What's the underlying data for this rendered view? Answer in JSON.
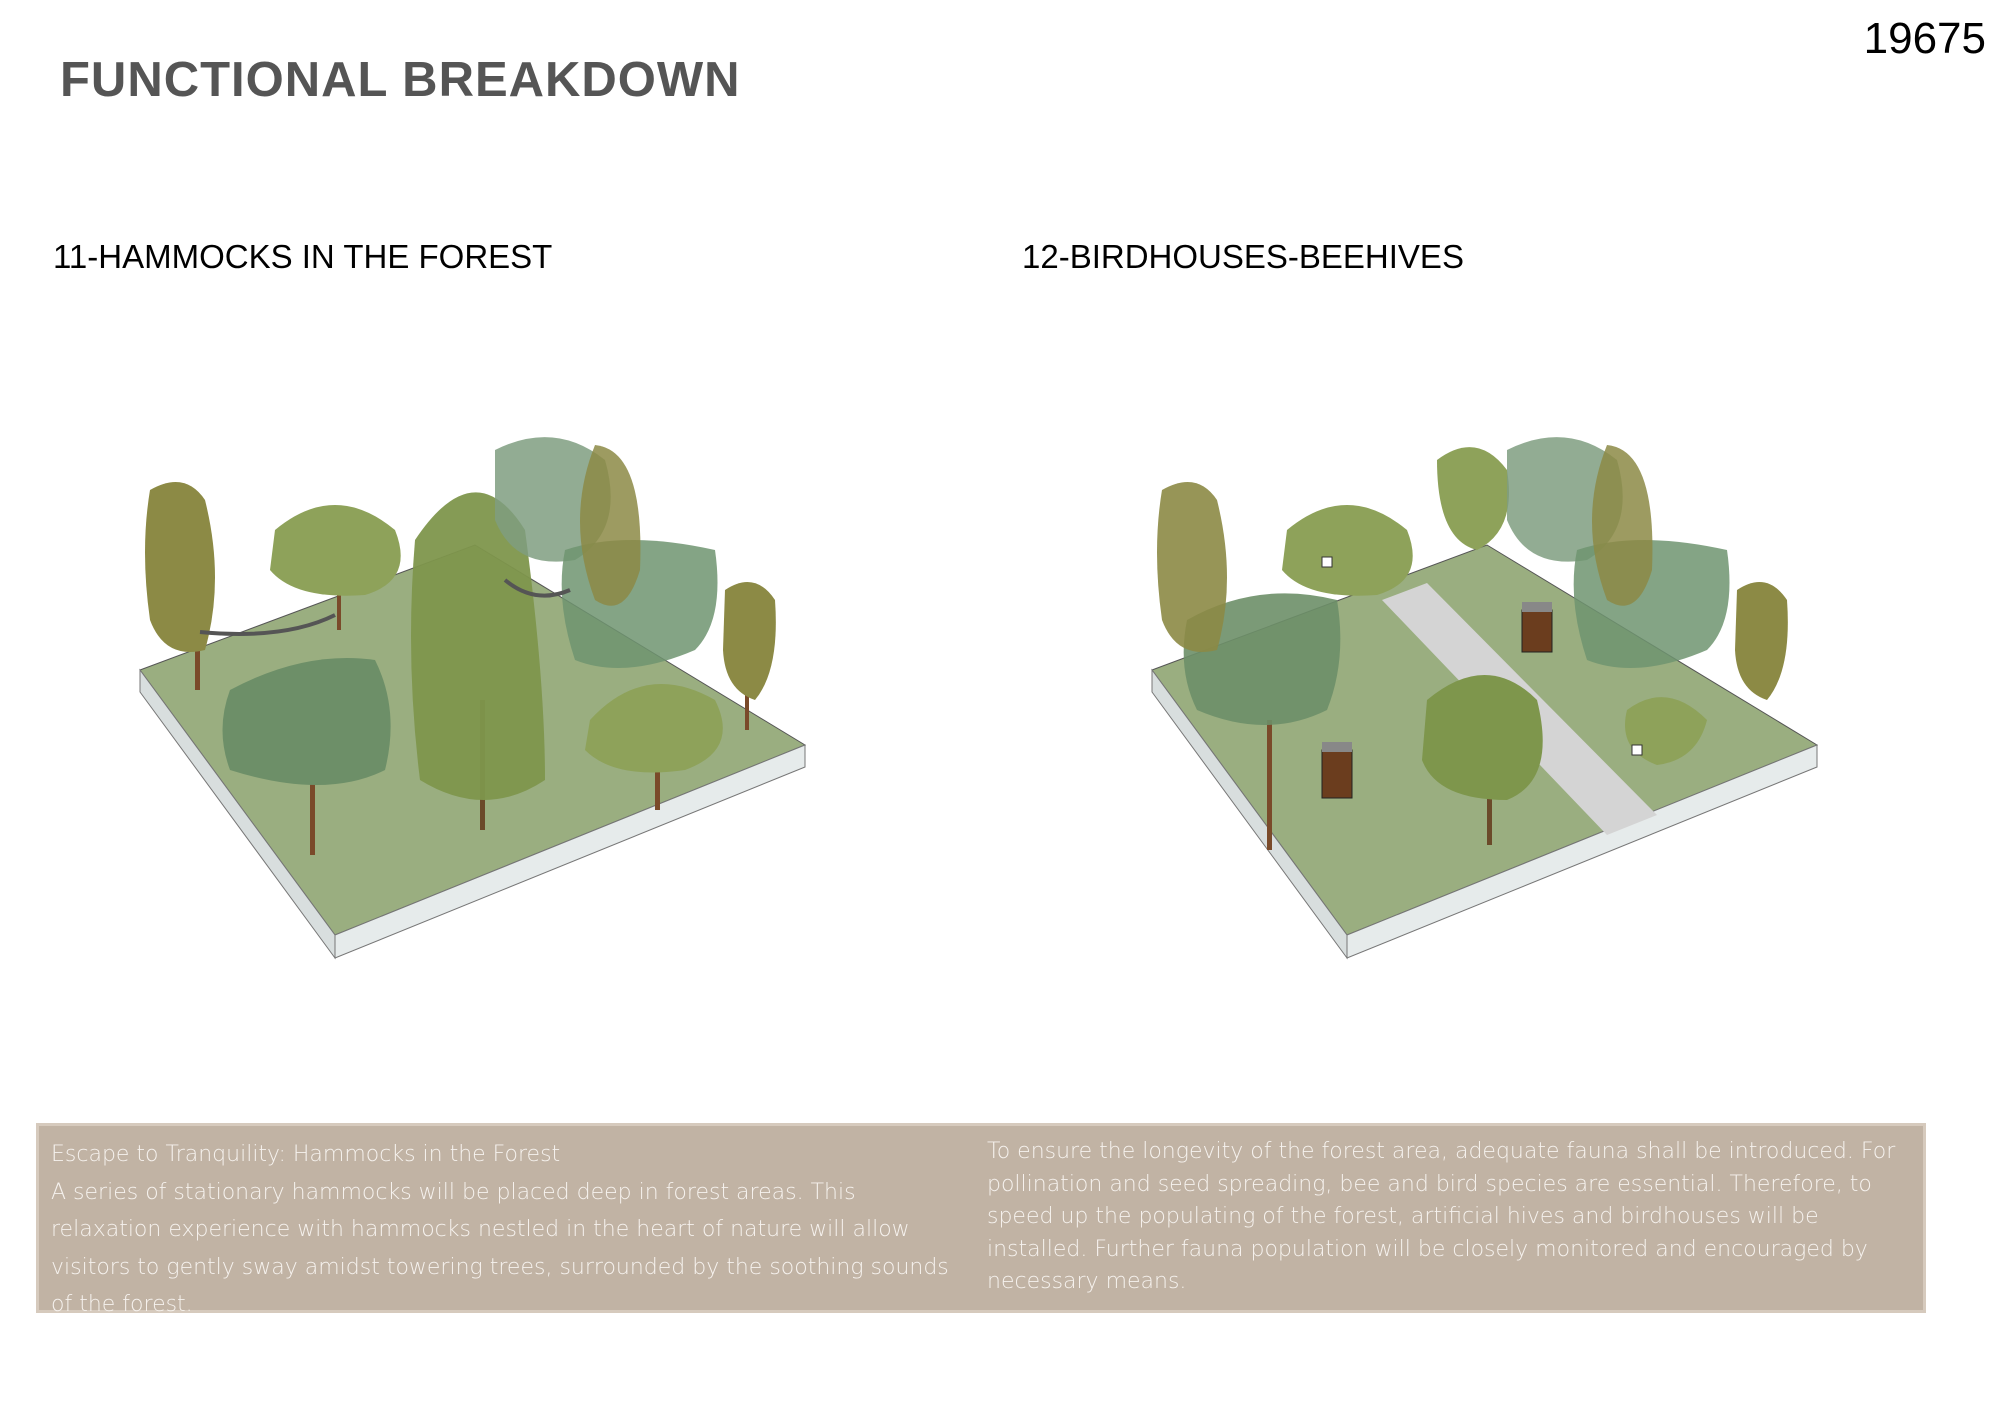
{
  "page_title": "FUNCTIONAL BREAKDOWN",
  "page_code": "19675",
  "sections": [
    {
      "heading": "11-HAMMOCKS IN THE FOREST"
    },
    {
      "heading": "12-BIRDHOUSES-BEEHIVES"
    }
  ],
  "descriptions": {
    "left": {
      "title": "Escape to Tranquility: Hammocks in the Forest",
      "body": "A series of stationary hammocks will be placed deep in forest areas. This relaxation experience with hammocks nestled in the heart of nature will allow visitors to gently sway amidst towering trees, surrounded by the soothing sounds of the forest."
    },
    "right": {
      "body": "To ensure the longevity of the forest area, adequate fauna shall be introduced. For pollination and seed spreading, bee and bird species are essential. Therefore, to speed up the populating of the forest, artificial hives and birdhouses will be installed. Further fauna population will be closely monitored and encouraged by necessary means."
    }
  },
  "colors": {
    "ground": "#9aae80",
    "path": "#d4d4d4",
    "box": "#c1b3a4",
    "tree_olive": "#8c8a45",
    "tree_green": "#7a9a55",
    "tree_dark": "#6d8f68"
  }
}
